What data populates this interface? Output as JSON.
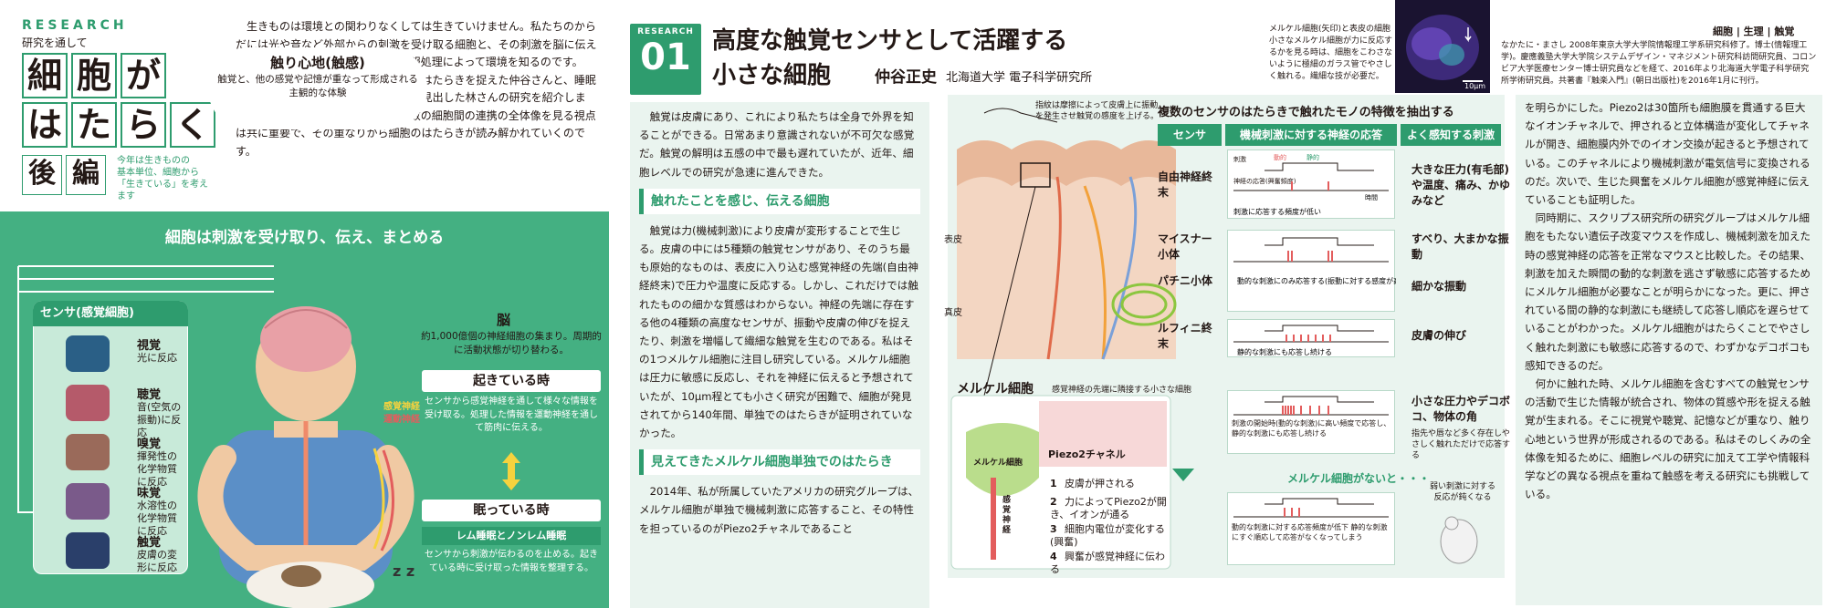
{
  "left": {
    "research_label": "RESEARCH",
    "research_sub": "研究を通して",
    "title_chars": [
      "細",
      "胞",
      "が",
      "は",
      "た",
      "ら",
      "く"
    ],
    "part_chars": [
      "後",
      "編"
    ],
    "title_note": [
      "今年は生きものの",
      "基本単位、細胞から",
      "「生きている」を考えます"
    ],
    "intro_paragraphs": [
      "生きものは環境との関わりなくしては生きていけません。私たちのからだには光や音など外部からの刺激を受け取る細胞と、その刺激を脳に伝える細胞があります。脳での複雑な情報処理によって環境を知るのです。",
      "今回は、触覚を伝える小さな細胞のはたらきを捉えた仲谷さんと、睡眠時に脳の活動状態を切り替える細胞を見出した林さんの研究を紹介します。個々の細胞に注目する視点と多数の細胞間の連携の全体像を見る視点は共に重要で、その重なりから細胞のはたらきが読み解かれていくのです。"
    ],
    "figure": {
      "header": "細胞は刺激を受け取り、伝え、まとめる",
      "sensor_header": "センサ(感覚細胞)",
      "senses": [
        {
          "name": "視覚",
          "desc": "光に反応"
        },
        {
          "name": "聴覚",
          "desc": "音(空気の振動)に反応"
        },
        {
          "name": "嗅覚",
          "desc": "揮発性の化学物質に反応"
        },
        {
          "name": "味覚",
          "desc": "水溶性の化学物質に反応"
        },
        {
          "name": "触覚",
          "desc": "皮膚の変形に反応"
        }
      ],
      "cloud_title": "触り心地(触感)",
      "cloud_desc": "触覚と、他の感覚や記憶が重なって形成される主観的な体験",
      "brain_title": "脳",
      "brain_desc": "約1,000億個の神経細胞の集まり。周期的に活動状態が切り替わる。",
      "nerve_labels": [
        "感覚神経",
        "運動神経"
      ],
      "awake_title": "起きている時",
      "awake_desc": "センサから感覚神経を通して様々な情報を受け取る。処理した情報を運動神経を通して筋肉に伝える。",
      "sleep_title": "眠っている時",
      "sleep_sub": "レム睡眠とノンレム睡眠",
      "sleep_desc": "センサから刺激が伝わるのを止める。起きている時に受け取った情報を整理する。"
    }
  },
  "article": {
    "badge_label": "RESEARCH",
    "badge_num": "01",
    "title_line1": "高度な触覚センサとして活躍する",
    "title_line2": "小さな細胞",
    "author": "仲谷正史",
    "affiliation": "北海道大学 電子科学研究所",
    "image_caption": "メルケル細胞(矢印)と表皮の細胞 小さなメルケル細胞が力に反応するかを見る時は、細胞をこわさないように極細のガラス管でやさしく触れる。繊細な技が必要だ。",
    "scale_label": "10μm",
    "keywords": "細胞 | 生理 | 触覚",
    "bio": "なかたに・まさし 2008年東京大学大学院情報理工学系研究科修了。博士(情報理工学)。慶應義塾大学大学院システムデザイン・マネジメント研究科訪問研究員、コロンビア大学医療センター博士研究員などを経て、2016年より北海道大学電子科学研究所学術研究員。共著書『触楽入門』(朝日出版社)を2016年1月に刊行。",
    "col1_p1": "触覚は皮膚にあり、これにより私たちは全身で外界を知ることができる。日常あまり意識されないが不可欠な感覚だ。触覚の解明は五感の中で最も遅れていたが、近年、細胞レベルでの研究が急速に進んできた。",
    "section1": "触れたことを感じ、伝える細胞",
    "col1_p2": "触覚は力(機械刺激)により皮膚が変形することで生じる。皮膚の中には5種類の触覚センサがあり、そのうち最も原始的なものは、表皮に入り込む感覚神経の先端(自由神経終末)で圧力や温度に反応する。しかし、これだけでは触れたものの細かな質感はわからない。神経の先端に存在する他の4種類の高度なセンサが、振動や皮膚の伸びを捉えたり、刺激を増幅して繊細な触覚を生むのである。私はその1つメルケル細胞に注目し研究している。メルケル細胞は圧力に敏感に反応し、それを神経に伝えると予想されていたが、10μm程とても小さく研究が困難で、細胞が発見されてから140年間、単独でのはたらきが証明されていなかった。",
    "section2": "見えてきたメルケル細胞単独でのはたらき",
    "col1_p3": "2014年、私が所属していたアメリカの研究グループは、メルケル細胞が単独で機械刺激に応答すること、その特性を担っているのがPiezo2チャネルであること",
    "col3_p1": "を明らかにした。Piezo2は30箇所も細胞膜を貫通する巨大なイオンチャネルで、押されると立体構造が変化してチャネルが開き、細胞膜内外でのイオン交換が起きると予想されている。このチャネルにより機械刺激が電気信号に変換されるのだ。次いで、生じた興奮をメルケル細胞が感覚神経に伝えていることも証明した。",
    "col3_p2": "同時期に、スクリプス研究所の研究グループはメルケル細胞をもたない遺伝子改変マウスを作成し、機械刺激を加えた時の感覚神経の応答を正常なマウスと比較した。その結果、刺激を加えた瞬間の動的な刺激を逃さず敏感に応答するためにメルケル細胞が必要なことが明らかになった。更に、押されている間の静的な刺激にも継続して応答し順応を遅らせていることがわかった。メルケル細胞がはたらくことでやさしく触れた刺激にも敏感に応答するので、わずかなデコボコも感知できるのだ。",
    "col3_p3": "何かに触れた時、メルケル細胞を含むすべての触覚センサの活動で生じた情報が統合され、物体の質感や形を捉える触覚が生まれる。そこに視覚や聴覚、記憶などが重なり、触り心地という世界が形成されるのである。私はそのしくみの全体像を知るために、細胞レベルの研究に加えて工学や情報科学などの異なる視点を重ねて触感を考える研究にも挑戦している。"
  },
  "figure_mid": {
    "finger_note": "指紋は摩擦によって皮膚上に振動を発生させ触覚の感度を上げる。",
    "epidermis": "表皮",
    "dermis": "真皮",
    "table_title": "複数のセンサのはたらきで触れたモノの特徴を抽出する",
    "col_headers": [
      "センサ",
      "機械刺激に対する神経の応答",
      "よく感知する刺激"
    ],
    "axis_labels": {
      "stim": "刺激",
      "dynamic": "動的",
      "static": "静的",
      "response": "神経の応答(興奮頻度)",
      "time": "時間"
    },
    "rows": [
      {
        "sensor": "自由神経終末",
        "note": "刺激に応答する頻度が低い",
        "stimulus": "大きな圧力(有毛部)や温度、痛み、かゆみなど"
      },
      {
        "sensor": "マイスナー小体",
        "note": "",
        "stimulus": "すべり、大まかな振動"
      },
      {
        "sensor": "パチニ小体",
        "note": "動的な刺激にのみ応答する(振動に対する感度が高い)",
        "stimulus": "細かな振動"
      },
      {
        "sensor": "ルフィニ終末",
        "note": "静的な刺激にも応答し続ける",
        "stimulus": "皮膚の伸び"
      }
    ],
    "merkel_title": "メルケル細胞",
    "merkel_sub": "感覚神経の先端に隣接する小さな細胞",
    "merkel_labels": [
      "メルケル細胞",
      "感覚神経"
    ],
    "piezo_label": "Piezo2チャネル",
    "steps": [
      {
        "n": "1",
        "t": "皮膚が押される"
      },
      {
        "n": "2",
        "t": "力によってPiezo2が開き、イオンが通る"
      },
      {
        "n": "3",
        "t": "細胞内電位が変化する(興奮)"
      },
      {
        "n": "4",
        "t": "興奮が感覚神経に伝わる"
      }
    ],
    "merkel_response": "刺激の開始時(動的な刺激)に高い頻度で応答し、静的な刺激にも応答し続ける",
    "merkel_stimulus": "小さな圧力やデコボコ、物体の角",
    "merkel_stimulus_note": "指先や唇など多く存在しやさしく触れただけで応答する",
    "no_merkel": "メルケル細胞がないと・・・",
    "no_merkel_desc": "動的な刺激に対する応答頻度が低下 静的な刺激にすぐ順応して応答がなくなってしまう",
    "mouse_note": "弱い刺激に対する反応が鈍くなる"
  }
}
